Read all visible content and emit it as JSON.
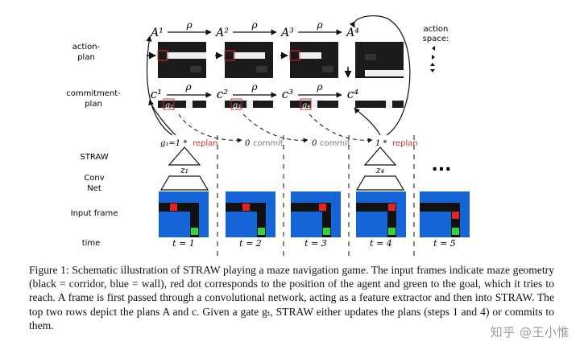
{
  "row_labels": {
    "action_plan": [
      "action-",
      "plan"
    ],
    "commitment_plan": [
      "commitment-",
      "plan"
    ],
    "straw": "STRAW",
    "convnet": [
      "Conv",
      "Net"
    ],
    "input_frame": "Input frame",
    "time": "time"
  },
  "action_space_label": [
    "action",
    "space:"
  ],
  "rho": "ρ",
  "action_plan_labels": [
    "A¹",
    "A²",
    "A³",
    "A⁴"
  ],
  "action_markers": [
    "a₁",
    "a₂",
    "a₃",
    "a₄"
  ],
  "commitment_labels": [
    "c¹",
    "c²",
    "c³",
    "c⁴"
  ],
  "gate_markers": [
    "g₂",
    "g₃",
    "g₄"
  ],
  "gate_values": [
    "g₁=1 *",
    "0",
    "0",
    "1 *"
  ],
  "gate_words": [
    "replan",
    "commit",
    "commit",
    "replan"
  ],
  "latents": [
    "z₁",
    "z₄"
  ],
  "ellipsis": "...",
  "times": [
    "t = 1",
    "t = 2",
    "t = 3",
    "t = 4",
    "t = 5"
  ],
  "colors": {
    "wall": "#1565d8",
    "agent": "#e3241f",
    "goal": "#2fd43a",
    "replan": "#d03020",
    "commit": "#7a7a7a"
  },
  "caption": {
    "prefix": "Figure 1:",
    "text": "Schematic illustration of STRAW playing a maze navigation game. The input frames indicate maze geometry (black = corridor, blue = wall), red dot corresponds to the position of the agent and green to the goal, which it tries to reach. A frame is first passed through a convolutional network, acting as a feature extractor and then into STRAW. The top two rows depict the plans A and c. Given a gate gₜ, STRAW either updates the plans (steps 1 and 4) or commits to them."
  },
  "watermark": "知乎 @王小惟"
}
